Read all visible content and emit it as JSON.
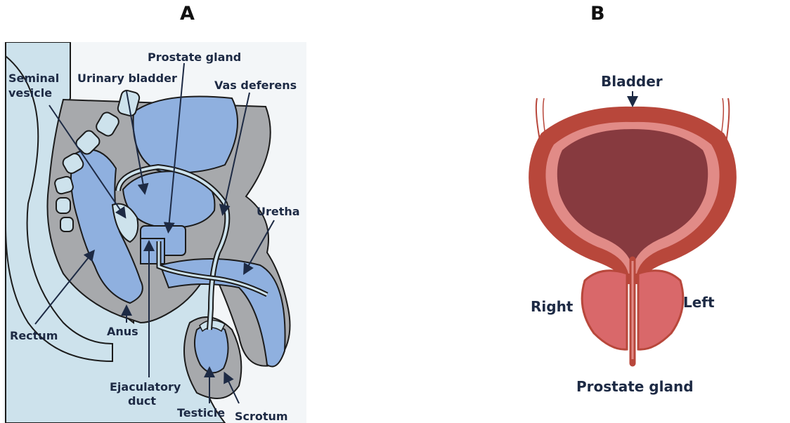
{
  "panels": {
    "a": {
      "letter": "A",
      "labels": {
        "prostate_gland": "Prostate gland",
        "seminal_vesicle_1": "Seminal",
        "seminal_vesicle_2": "vesicle",
        "urinary_bladder": "Urinary bladder",
        "vas_deferens": "Vas deferens",
        "uretha": "Uretha",
        "rectum": "Rectum",
        "anus": "Anus",
        "ejaculatory_duct_1": "Ejaculatory",
        "ejaculatory_duct_2": "duct",
        "testicle": "Testicle",
        "scrotum": "Scrotum"
      }
    },
    "b": {
      "letter": "B",
      "labels": {
        "bladder": "Bladder",
        "right": "Right",
        "left": "Left",
        "prostate_gland": "Prostate gland"
      }
    }
  },
  "colors": {
    "organ_blue": "#8fb0df",
    "skin_lightblue": "#cde2ec",
    "tissue_gray": "#a7a9ac",
    "outline": "#1b1b1b",
    "label_navy": "#1d2a44",
    "bladder_outer": "#b8473b",
    "bladder_mid": "#e18b87",
    "bladder_inner": "#873a3f",
    "prostate_lobe": "#d9686a"
  }
}
